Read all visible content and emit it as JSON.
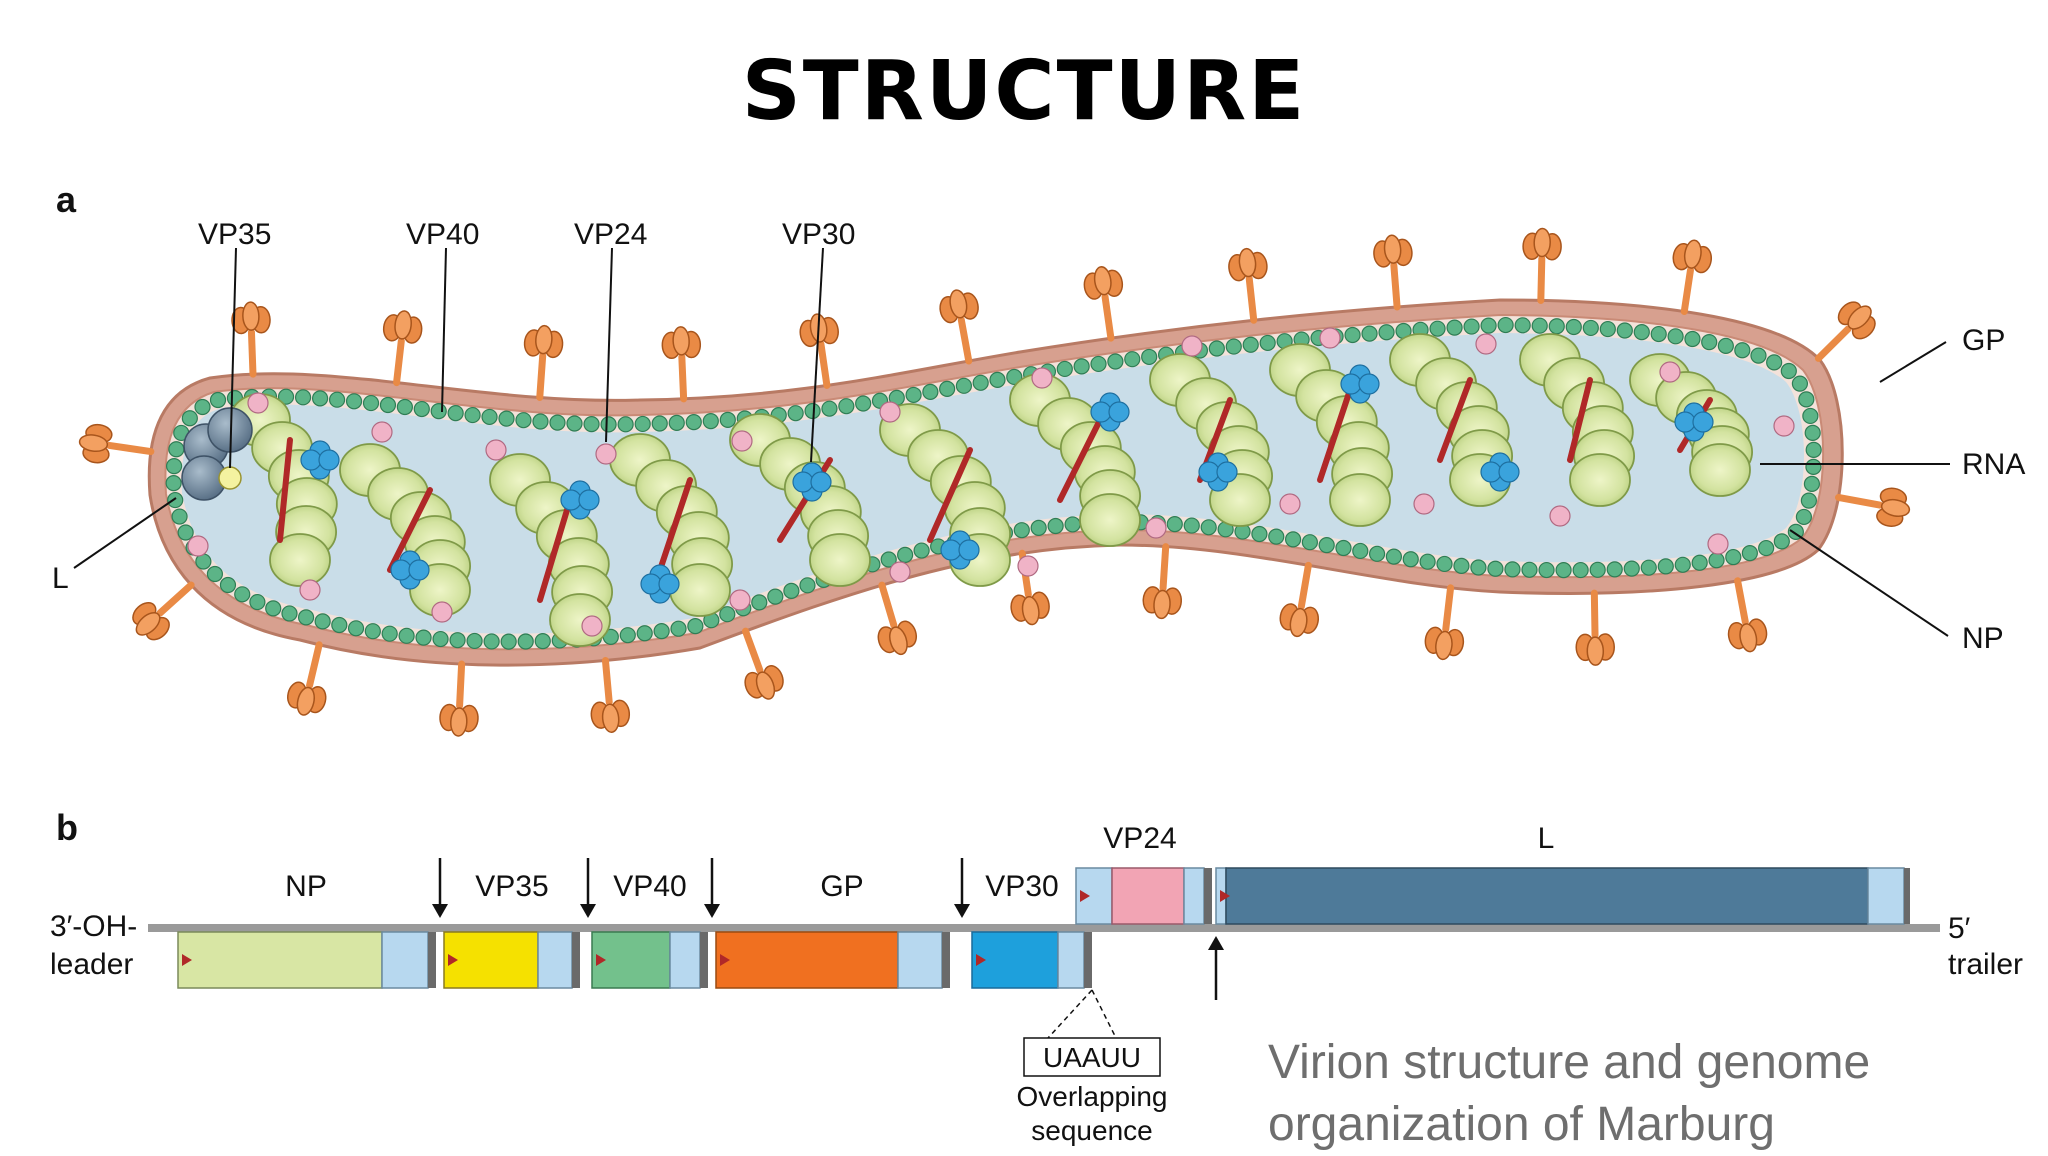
{
  "title": "STRUCTURE",
  "panels": {
    "a": "a",
    "b": "b"
  },
  "virion": {
    "labels": {
      "vp35": "VP35",
      "vp40": "VP40",
      "vp24": "VP24",
      "vp30": "VP30",
      "gp": "GP",
      "rna": "RNA",
      "np": "NP",
      "l": "L"
    }
  },
  "genome": {
    "leader_1": "3′-OH-",
    "leader_2": "leader",
    "trailer_1": "5′",
    "trailer_2": "trailer",
    "genes": [
      {
        "name": "NP",
        "color": "#d8e6a4"
      },
      {
        "name": "VP35",
        "color": "#f5e100"
      },
      {
        "name": "VP40",
        "color": "#73c18c"
      },
      {
        "name": "GP",
        "color": "#f07020"
      },
      {
        "name": "VP30",
        "color": "#1ea0dc"
      },
      {
        "name": "VP24",
        "color": "#f2a4b4"
      },
      {
        "name": "L",
        "color": "#4e7a99"
      }
    ],
    "overlap_seq": "UAAUU",
    "overlap_label_1": "Overlapping",
    "overlap_label_2": "sequence"
  },
  "caption": {
    "line1": "Virion structure and genome",
    "line2": "organization of Marburg"
  },
  "colors": {
    "envelope": "#c98a76",
    "matrix_bead": "#5cb487",
    "interior": "#c9dde8",
    "nucleocapsid": "#d3e3a0",
    "rna": "#b02828",
    "vp30": "#3aa3dc",
    "vp24": "#f0b3c7",
    "gp_spike": "#e98a45",
    "l_protein": "#6d8499",
    "utr": "#b7d8ef",
    "backbone": "#9a9a9a"
  }
}
